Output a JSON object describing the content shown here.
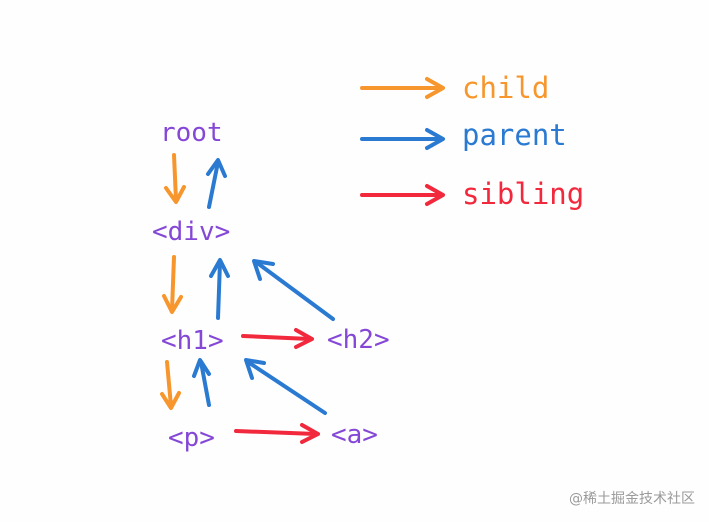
{
  "nodes": {
    "root": "root",
    "div": "<div>",
    "h1": "<h1>",
    "h2": "<h2>",
    "p": "<p>",
    "a": "<a>"
  },
  "legend": {
    "child": "child",
    "parent": "parent",
    "sibling": "sibling"
  },
  "colors": {
    "child": "#f7962d",
    "parent": "#2a7ad2",
    "sibling": "#f2283c",
    "node_text": "#8547d6",
    "watermark": "#9a9a9a"
  },
  "watermark": "@稀土掘金技术社区"
}
